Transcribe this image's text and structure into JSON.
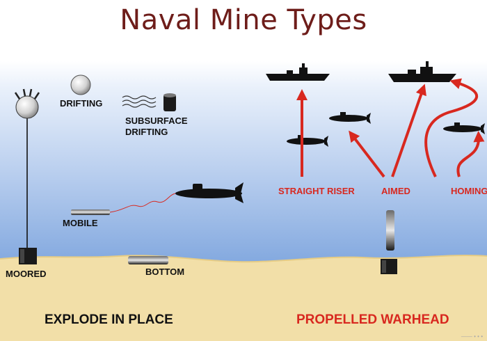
{
  "title": "Naval Mine Types",
  "labels": {
    "drifting": "DRIFTING",
    "subsurface_drifting": "SUBSURFACE\nDRIFTING",
    "mobile": "MOBILE",
    "moored": "MOORED",
    "bottom": "BOTTOM",
    "straight_riser": "STRAIGHT RISER",
    "aimed": "AIMED",
    "homing": "HOMING"
  },
  "footer": {
    "left": "EXPLODE IN PLACE",
    "right": "PROPELLED WARHEAD"
  },
  "watermark": "—— • • •",
  "colors": {
    "title": "#6e1d1a",
    "accent_red": "#d8281f",
    "label_dark": "#111111",
    "water_top": "#ffffff",
    "water_deep": "#7fa6de",
    "sand": "#f2dfa8"
  }
}
